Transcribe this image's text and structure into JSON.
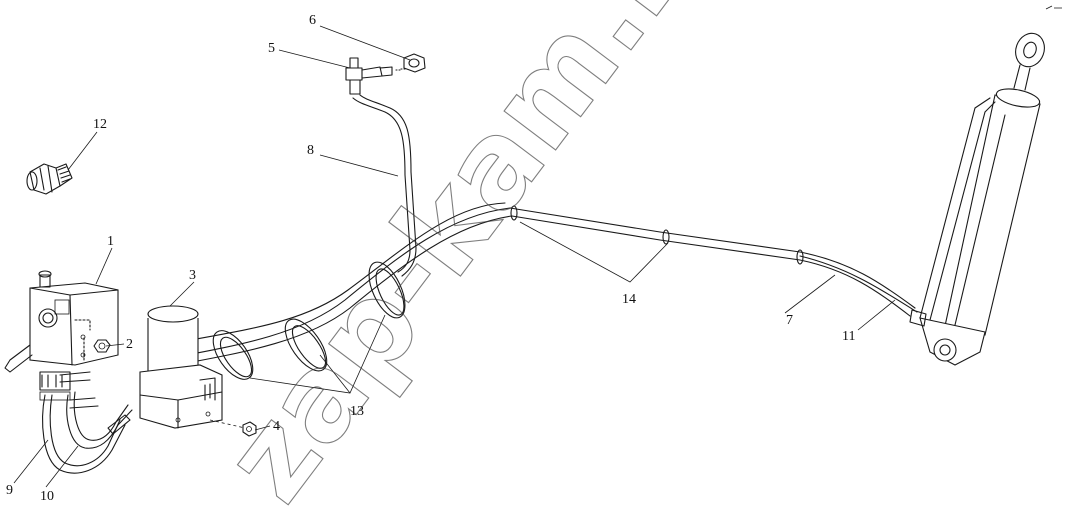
{
  "watermark": "zap-kam.ru",
  "callouts": [
    "1",
    "2",
    "3",
    "4",
    "5",
    "6",
    "7",
    "8",
    "9",
    "10",
    "11",
    "12",
    "13",
    "14"
  ]
}
